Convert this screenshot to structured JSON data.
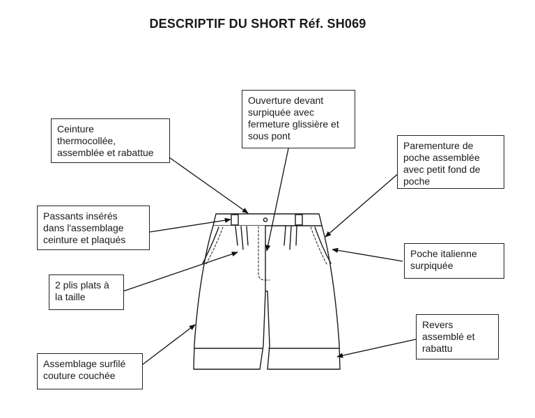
{
  "title": "DESCRIPTIF DU SHORT Réf. SH069",
  "labels": {
    "ceinture": "Ceinture\nthermocollée,\nassemblée et rabattue",
    "ouverture": "Ouverture devant\nsurpiquée avec\nfermeture glissière et\nsous pont",
    "parementure": "Parementure de\npoche assemblée\navec petit fond de\npoche",
    "passants": "Passants insérés\ndans l'assemblage\nceinture et plaqués",
    "poche": "Poche italienne\nsurpiquée",
    "plis": "2 plis plats à\nla taille",
    "revers": "Revers\nassemblé et\nrabattu",
    "assemblage": "Assemblage surfilé\ncouture couchée"
  },
  "colors": {
    "line": "#1a1a1a",
    "background": "#ffffff"
  }
}
